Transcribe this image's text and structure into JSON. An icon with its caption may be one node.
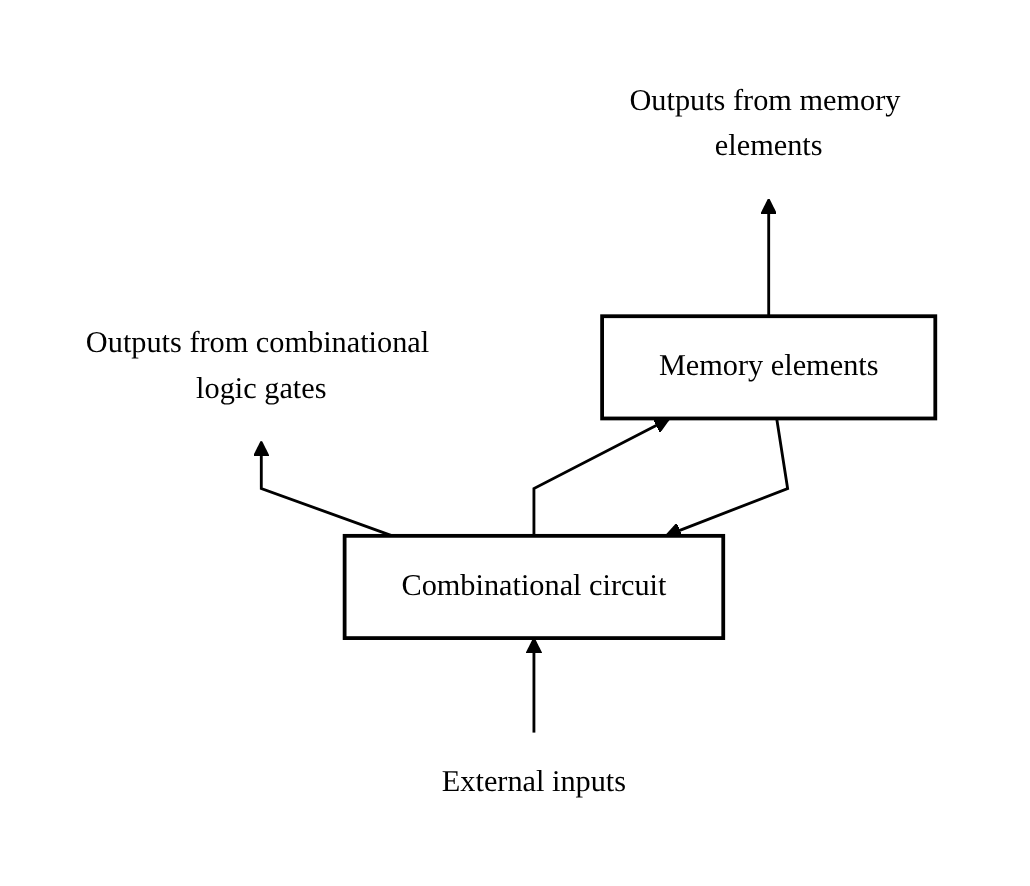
{
  "diagram": {
    "nodes": [
      {
        "text": [
          "Outputs from combinational logic gates"
        ]
      },
      {
        "text": [
          "Outputs from memory elements"
        ]
      },
      {
        "text": [
          "Combinational circuit"
        ]
      },
      {
        "text": [
          "Memory elements"
        ]
      },
      {
        "text": [
          "External inputs"
        ]
      }
    ],
    "edges": [
      {
        "from": 2,
        "to": 0,
        "arrow": "to"
      },
      {
        "from": 3,
        "to": 1,
        "arrow": "to"
      },
      {
        "from": 2,
        "to": 3,
        "arrow": "to"
      },
      {
        "from": 3,
        "to": 2,
        "arrow": "to"
      },
      {
        "from": 4,
        "to": 2,
        "arrow": "to"
      }
    ]
  }
}
